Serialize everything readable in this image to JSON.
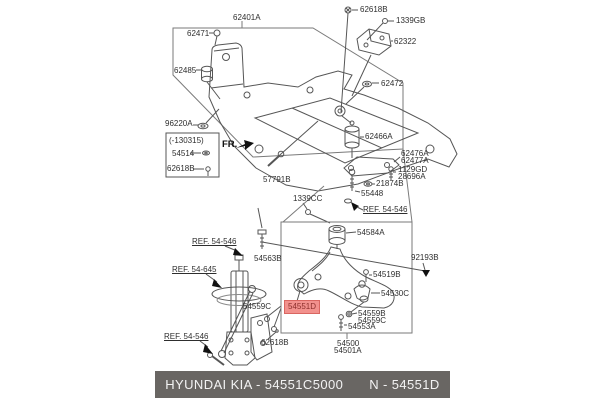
{
  "diagram": {
    "labels": [
      {
        "text": "62401A"
      },
      {
        "text": "62471"
      },
      {
        "text": "62485"
      },
      {
        "text": "96220A"
      },
      {
        "text": "(-130315)"
      },
      {
        "text": "54514"
      },
      {
        "text": "62618B"
      },
      {
        "text": "FR."
      },
      {
        "text": "57791B"
      },
      {
        "text": "62618B"
      },
      {
        "text": "1339GB"
      },
      {
        "text": "62322"
      },
      {
        "text": "62472"
      },
      {
        "text": "62466A"
      },
      {
        "text": "62476A"
      },
      {
        "text": "62477A"
      },
      {
        "text": "1129GD"
      },
      {
        "text": "28696A"
      },
      {
        "text": "21874B"
      },
      {
        "text": "55448"
      },
      {
        "text": "REF. 54-546"
      },
      {
        "text": "1339CC"
      },
      {
        "text": "REF. 54-546"
      },
      {
        "text": "54563B"
      },
      {
        "text": "REF. 54-645"
      },
      {
        "text": "54559C"
      },
      {
        "text": "62618B"
      },
      {
        "text": "REF. 54-546"
      },
      {
        "text": "54584A"
      },
      {
        "text": "92193B"
      },
      {
        "text": "54519B"
      },
      {
        "text": "54530C"
      },
      {
        "text": "54559B"
      },
      {
        "text": "54559C"
      },
      {
        "text": "54553A"
      },
      {
        "text": "54500"
      },
      {
        "text": "54501A"
      }
    ],
    "highlight": {
      "text": "54551D"
    },
    "footer": {
      "left": "HYUNDAI KIA - 54551C5000",
      "right": "N - 54551D"
    },
    "colors": {
      "line": "#565656",
      "label_text": "#2e2e2e",
      "highlight_bg": "#f2918d",
      "highlight_border": "#d96661",
      "highlight_text": "#8c2f2c",
      "footer_bg": "#696663",
      "footer_text": "#f3f3f3"
    }
  }
}
